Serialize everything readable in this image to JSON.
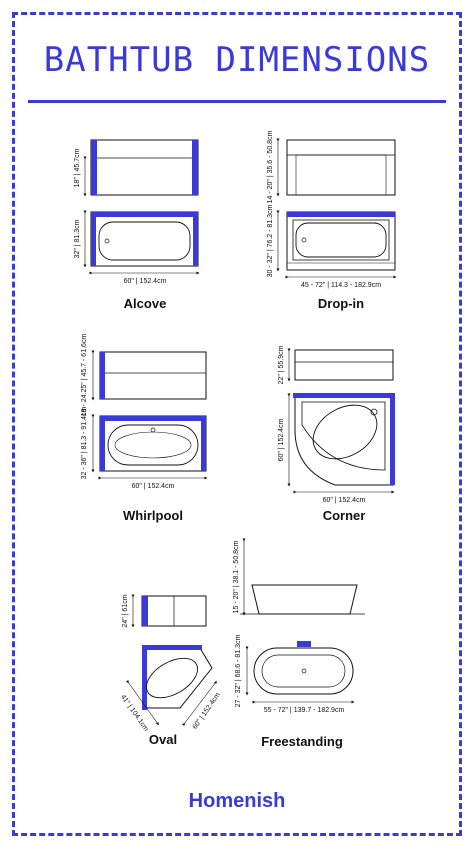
{
  "title": "BATHTUB DIMENSIONS",
  "tubs": {
    "alcove": {
      "name": "Alcove",
      "height": "18\" | 45.7cm",
      "width": "32\" | 81.3cm",
      "length": "60\" | 152.4cm"
    },
    "dropin": {
      "name": "Drop-in",
      "height": "14 - 20\" | 35.6 - 50.8cm",
      "width": "30 - 32\" | 76.2 - 81.3cm",
      "length": "45 - 72\" | 114.3 - 182.9cm"
    },
    "whirlpool": {
      "name": "Whirlpool",
      "height": "18 - 24.25\" | 45.7 - 61.6cm",
      "width": "32 - 36\" | 81.3 - 91.4cm",
      "length": "60\" | 152.4cm"
    },
    "corner": {
      "name": "Corner",
      "height": "22\" | 55.9cm",
      "width": "60\" | 152.4cm",
      "length": "60\" | 152.4cm"
    },
    "oval": {
      "name": "Oval",
      "height": "24\" | 61cm",
      "side_a": "41\" | 104.1cm",
      "side_b": "60\" | 152.4cm"
    },
    "freestanding": {
      "name": "Freestanding",
      "height": "15 - 20\" | 38.1 - 50.8cm",
      "width": "27 - 32\" | 68.6 - 81.3cm",
      "length": "55 - 72\" | 139.7 - 182.9cm"
    }
  },
  "brand": "Homenish",
  "colors": {
    "accent": "#3a3ad8",
    "line": "#111111"
  }
}
